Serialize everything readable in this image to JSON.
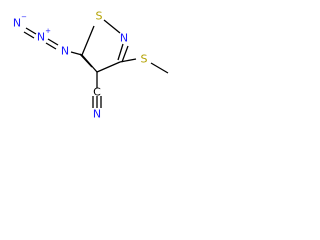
{
  "molecule": {
    "atoms": {
      "sulfur": {
        "symbol": "S",
        "color": "#b3a100"
      },
      "ring_nitrogen": {
        "symbol": "N",
        "color": "#1a1aff"
      },
      "thio_sulfur": {
        "symbol": "S",
        "color": "#b3a100"
      },
      "nitrile_carbon": {
        "symbol": "C",
        "color": "#000000"
      },
      "nitrile_nitrogen": {
        "symbol": "N",
        "color": "#1a1aff"
      },
      "azide_n1": {
        "symbol": "N",
        "color": "#1a1aff"
      },
      "azide_n2": {
        "symbol": "N",
        "color": "#1a1aff",
        "charge": "+"
      },
      "azide_n3": {
        "symbol": "N",
        "color": "#1a1aff",
        "charge": "−"
      }
    },
    "bond_color": "#000000"
  }
}
